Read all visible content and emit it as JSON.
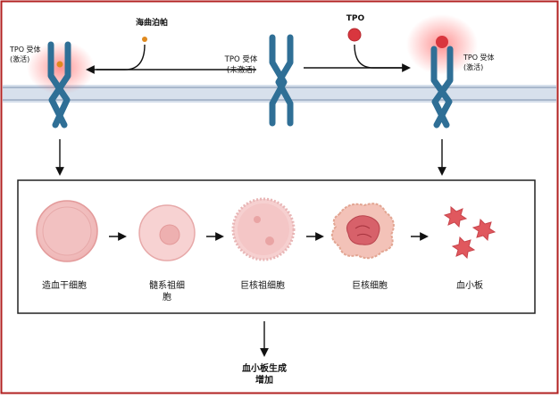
{
  "labels": {
    "hetrombopag": "海曲泊帕",
    "tpo": "TPO",
    "receptor_inactive_line1": "TPO 受体",
    "receptor_inactive_line2": "(未激活)",
    "receptor_active_left_line1": "TPO 受体",
    "receptor_active_left_line2": "(激活)",
    "receptor_active_right_line1": "TPO 受体",
    "receptor_active_right_line2": "(激活)"
  },
  "cells": [
    {
      "name": "造血干细胞",
      "line2": ""
    },
    {
      "name": "髓系祖细",
      "line2": "胞"
    },
    {
      "name": "巨核祖细胞",
      "line2": ""
    },
    {
      "name": "巨核细胞",
      "line2": ""
    },
    {
      "name": "血小板",
      "line2": ""
    }
  ],
  "result": {
    "line1": "血小板生成",
    "line2": "增加"
  },
  "colors": {
    "frame": "#b22222",
    "membrane": "#b9c6d8",
    "receptor": "#2f6f96",
    "drug": "#e08a1e",
    "tpo": "#d9363e",
    "cell_fill": "#f4c7c7",
    "cell_edge": "#e39a9a",
    "platelet": "#e0585e"
  }
}
